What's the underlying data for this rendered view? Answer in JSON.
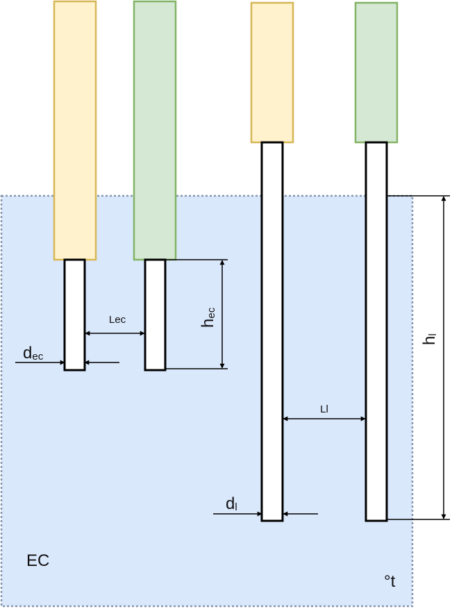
{
  "labels": {
    "d_ec_main": "d",
    "d_ec_sub": "ec",
    "L_ec": "Lec",
    "h_ec_main": "h",
    "h_ec_sub": "ec",
    "L_l": "Ll",
    "d_l_main": "d",
    "d_l_sub": "l",
    "h_l_main": "h",
    "h_l_sub": "l",
    "medium": "EC",
    "temperature": "°t"
  },
  "colors": {
    "background": "#ffffff",
    "bath_fill": "#dae8fc",
    "bath_border": "#8596ad",
    "yellow_fill": "#fff2cc",
    "yellow_stroke": "#d6b656",
    "green_fill": "#d5e8d4",
    "green_stroke": "#82b366",
    "electrode_fill": "#ffffff",
    "line": "#000000"
  },
  "electrode_pairs": [
    {
      "name": "ec",
      "items": [
        "yellow",
        "green"
      ]
    },
    {
      "name": "l",
      "items": [
        "yellow",
        "green"
      ]
    }
  ]
}
